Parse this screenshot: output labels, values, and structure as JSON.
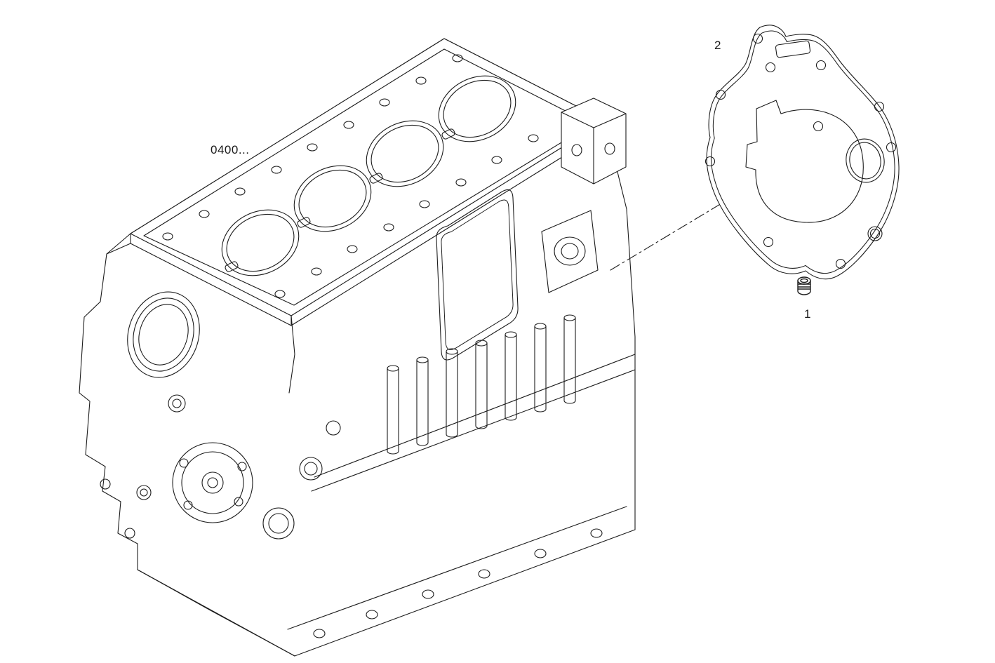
{
  "diagram": {
    "type": "exploded-parts-diagram",
    "labels": {
      "block_ref": "0400...",
      "callout_gasket": "2",
      "callout_plug": "1"
    },
    "colors": {
      "line": "#1c1c1c",
      "background": "#ffffff"
    }
  }
}
